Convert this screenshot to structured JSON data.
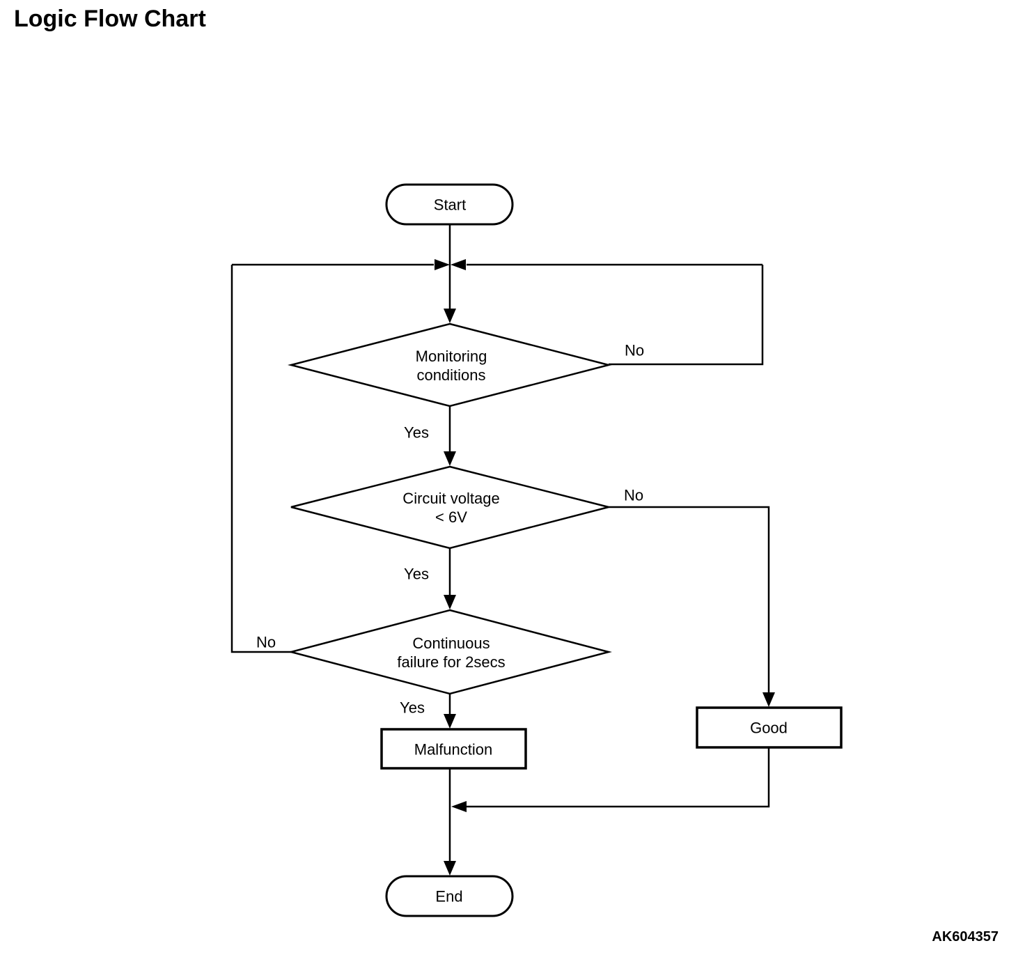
{
  "page": {
    "title": "Logic Flow Chart",
    "figure_code": "AK604357"
  },
  "flowchart": {
    "start": {
      "label": "Start"
    },
    "d1": {
      "line1": "Monitoring",
      "line2": "conditions",
      "yes_label": "Yes",
      "no_label": "No"
    },
    "d2": {
      "line1": "Circuit voltage",
      "line2": "< 6V",
      "yes_label": "Yes",
      "no_label": "No"
    },
    "d3": {
      "line1": "Continuous",
      "line2": "failure for 2secs",
      "yes_label": "Yes",
      "no_label": "No"
    },
    "malfunction": {
      "label": "Malfunction"
    },
    "good": {
      "label": "Good"
    },
    "end": {
      "label": "End"
    }
  },
  "colors": {
    "line": "#000000",
    "background": "#ffffff",
    "text": "#000000"
  }
}
